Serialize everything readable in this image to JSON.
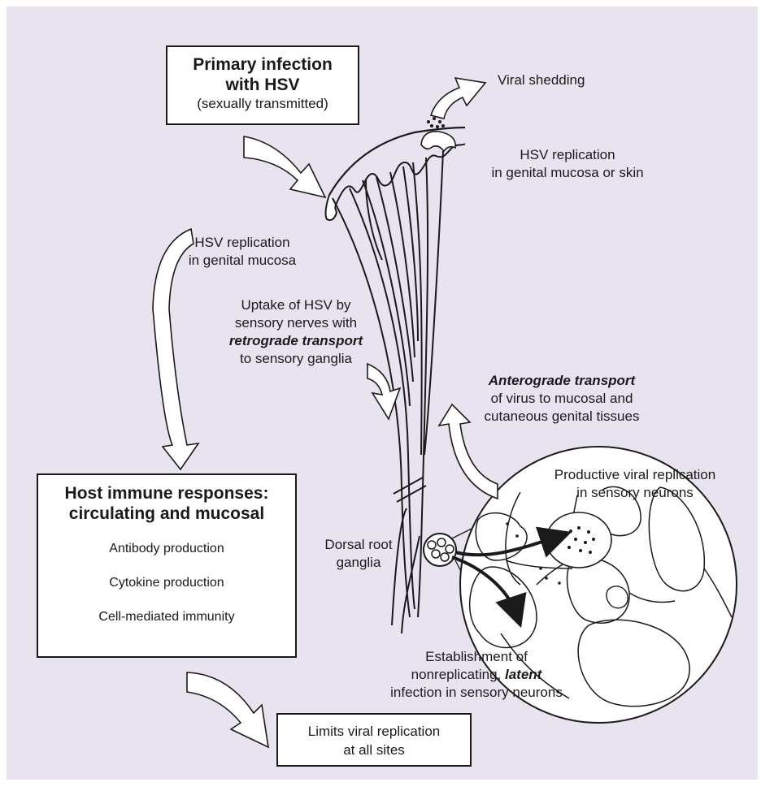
{
  "colors": {
    "panel": "#e9e3ef",
    "ink": "#1a1a1a",
    "box": "#ffffff"
  },
  "primary_box": {
    "line1": "Primary infection",
    "line2": "with HSV",
    "line3": "(sexually transmitted)"
  },
  "viral_shedding": "Viral shedding",
  "replication_skin": {
    "line1": "HSV replication",
    "line2": "in genital mucosa or skin"
  },
  "replication_mucosa": {
    "line1": "HSV replication",
    "line2": "in genital mucosa"
  },
  "uptake": {
    "line1": "Uptake of HSV by",
    "line2": "sensory nerves with",
    "line3": "retrograde transport",
    "line4": "to sensory ganglia"
  },
  "anterograde": {
    "line1": "Anterograde transport",
    "line2": "of virus to mucosal and",
    "line3": "cutaneous genital tissues"
  },
  "productive": {
    "line1": "Productive viral replication",
    "line2": "in sensory neurons"
  },
  "dorsal_root": {
    "line1": "Dorsal root",
    "line2": "ganglia"
  },
  "immune_box": {
    "title1": "Host immune responses:",
    "title2": "circulating and mucosal",
    "items": [
      "Antibody production",
      "Cytokine production",
      "Cell-mediated immunity"
    ]
  },
  "latent": {
    "line1": "Establishment of",
    "line2a": "nonreplicating, ",
    "line2b": "latent",
    "line3": "infection in sensory neurons"
  },
  "limits_box": {
    "line1": "Limits viral replication",
    "line2": "at all sites"
  }
}
